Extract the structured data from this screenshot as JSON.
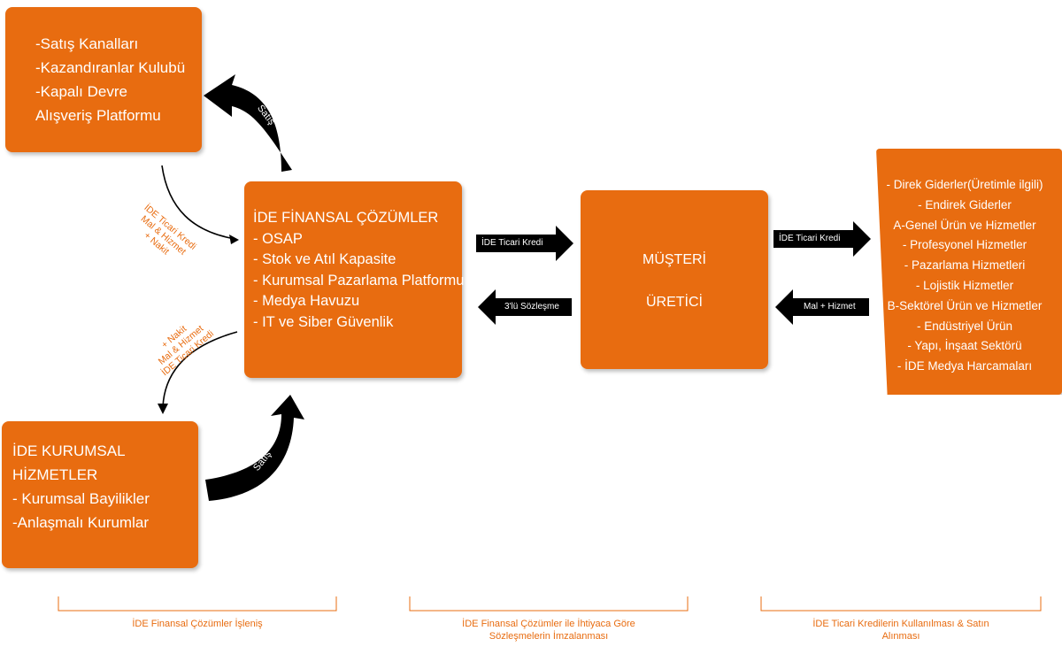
{
  "channels_box": {
    "lines": [
      "-Satış Kanalları",
      "-Kazandıranlar Kulubü",
      "-Kapalı Devre",
      "Alışveriş Platformu"
    ]
  },
  "corporate_box": {
    "lines": [
      "İDE KURUMSAL",
      "HİZMETLER",
      "- Kurumsal Bayilikler",
      "-Anlaşmalı Kurumlar"
    ]
  },
  "fin_box": {
    "lines": [
      "İDE FİNANSAL ÇÖZÜMLER",
      "- OSAP",
      "- Stok ve Atıl Kapasite",
      "- Kurumsal Pazarlama Platformu",
      "- Medya Havuzu",
      "- IT ve Siber Güvenlik"
    ]
  },
  "customer_box": {
    "line1": "MÜŞTERİ",
    "line2": "ÜRETİCİ"
  },
  "expenses_box": {
    "lines": [
      "- Direk Giderler(Üretimle ilgili)",
      "- Endirek Giderler",
      "A-Genel Ürün ve Hizmetler",
      "- Profesyonel Hizmetler",
      "- Pazarlama Hizmetleri",
      "- Lojistik Hizmetler",
      "B-Sektörel Ürün ve Hizmetler",
      "- Endüstriyel Ürün",
      "- Yapı, İnşaat Sektörü",
      "- İDE Medya Harcamaları"
    ]
  },
  "arrows": {
    "sales_top": "Satış",
    "sales_bottom": "Satış",
    "credit_to_customer": "İDE Ticari Kredi",
    "contract_back": "3'lü Sözleşme",
    "credit_to_supplier": "İDE Ticari Kredi",
    "goods_services": "Mal + Hizmet"
  },
  "flow_labels": {
    "upper": [
      "İDE Ticari Kredi",
      "Mal & Hizmet",
      "+ Nakit"
    ],
    "lower": [
      "+ Nakit",
      "Mal & Hizmet",
      "İDE Ticari Kredi"
    ]
  },
  "captions": {
    "left": "İDE Finansal Çözümler İşleniş",
    "middle": "İDE Finansal Çözümler ile İhtiyaca Göre Sözleşmelerin İmzalanması",
    "right": "İDE Ticari Kredilerin Kullanılması & Satın Alınması"
  },
  "colors": {
    "accent": "#e86c10",
    "arrow": "#000000"
  }
}
